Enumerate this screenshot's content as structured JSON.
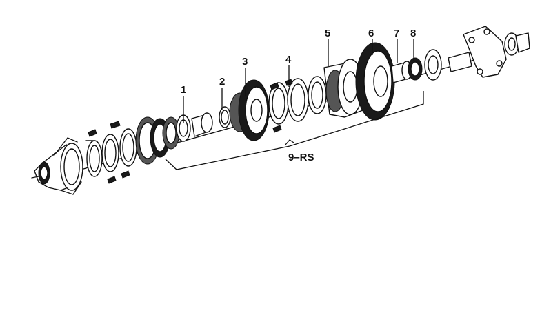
{
  "diagram": {
    "callouts": [
      {
        "id": "part-1",
        "label": "1"
      },
      {
        "id": "part-2",
        "label": "2"
      },
      {
        "id": "part-3",
        "label": "3"
      },
      {
        "id": "part-4",
        "label": "4"
      },
      {
        "id": "part-5",
        "label": "5"
      },
      {
        "id": "part-6",
        "label": "6"
      },
      {
        "id": "part-7",
        "label": "7"
      },
      {
        "id": "part-8",
        "label": "8"
      }
    ],
    "group_label": "9–RS"
  }
}
